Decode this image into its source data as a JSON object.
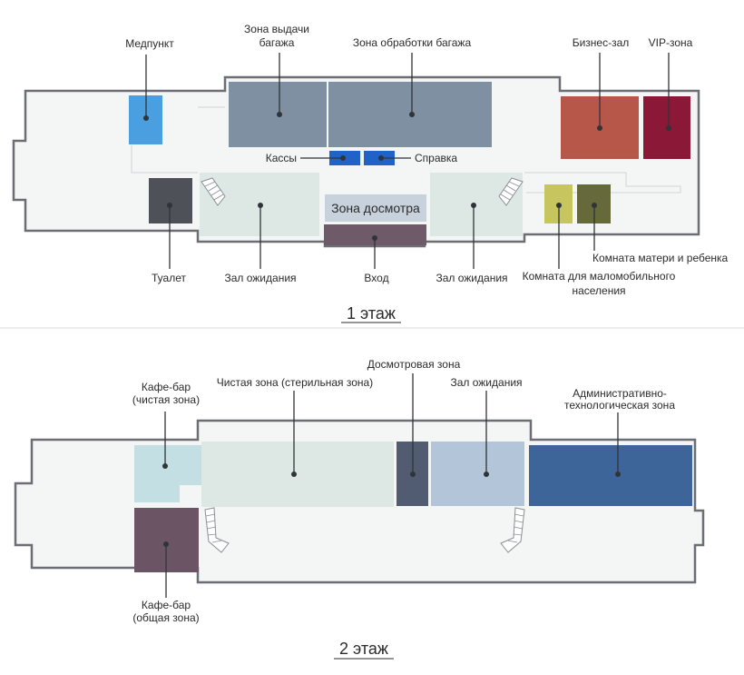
{
  "floor1": {
    "caption": "1 этаж",
    "labels": {
      "medpunkt": "Медпункт",
      "baggage_claim": [
        "Зона выдачи",
        "багажа"
      ],
      "baggage_processing": "Зона обработки багажа",
      "business": "Бизнес-зал",
      "vip": "VIP-зона",
      "cashier": "Кассы",
      "info": "Справка",
      "security": "Зона досмотра",
      "toilet": "Туалет",
      "waiting_left": "Зал ожидания",
      "entrance": "Вход",
      "waiting_right": "Зал ожидания",
      "reduced_mobility": [
        "Комната для маломобильного",
        "населения"
      ],
      "mother_child": "Комната матери и ребенка"
    },
    "colors": {
      "medpunkt": "#4a9fe0",
      "baggage": "#7f90a2",
      "business": "#b6574a",
      "vip": "#8c1838",
      "desk": "#1f63c8",
      "security": "#c8d2dc",
      "toilet": "#4e5157",
      "waiting": "#dde8e4",
      "entrance": "#6e5a68",
      "reduced_mobility": "#c7c55e",
      "mother_child": "#666a3a"
    }
  },
  "floor2": {
    "caption": "2 этаж",
    "labels": {
      "cafe_clean": [
        "Кафе-бар",
        "(чистая зона)"
      ],
      "clean_zone": "Чистая зона (стерильная зона)",
      "inspection": "Досмотровая зона",
      "waiting": "Зал ожидания",
      "admin": [
        "Административно-",
        "технологическая зона"
      ],
      "cafe_public": [
        "Кафе-бар",
        "(общая зона)"
      ]
    },
    "colors": {
      "cafe_clean": "#c3dfe3",
      "clean_zone": "#dde8e4",
      "inspection": "#515c72",
      "waiting": "#b3c5d8",
      "admin": "#3e6599",
      "cafe_public": "#6b5565"
    }
  }
}
